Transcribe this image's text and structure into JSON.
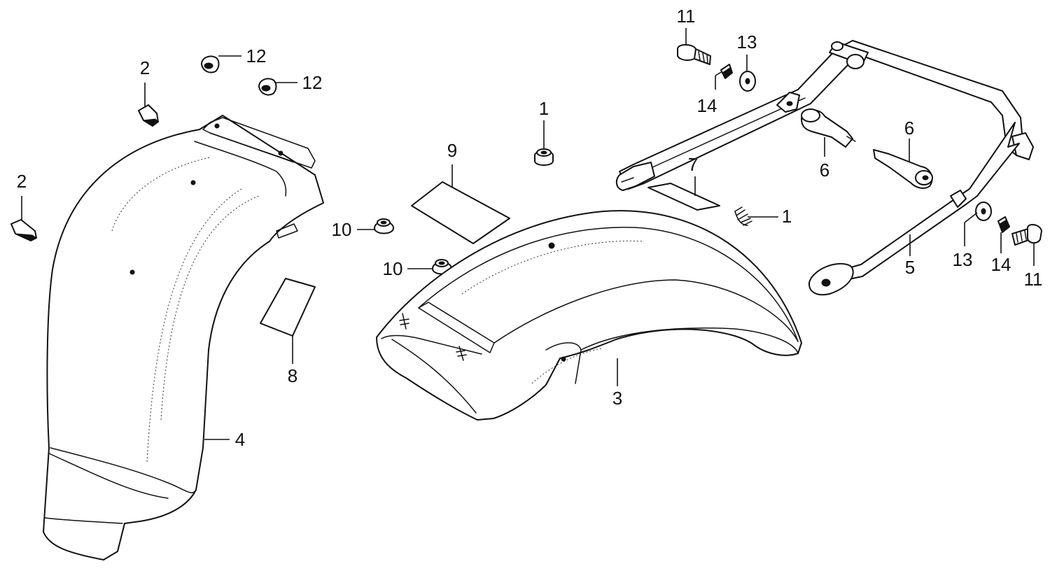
{
  "diagram": {
    "callouts": [
      {
        "id": "c2a",
        "text": "2"
      },
      {
        "id": "c2b",
        "text": "2"
      },
      {
        "id": "c12a",
        "text": "12"
      },
      {
        "id": "c12b",
        "text": "12"
      },
      {
        "id": "c4",
        "text": "4"
      },
      {
        "id": "c8",
        "text": "8"
      },
      {
        "id": "c9",
        "text": "9"
      },
      {
        "id": "c1a",
        "text": "1"
      },
      {
        "id": "c10a",
        "text": "10"
      },
      {
        "id": "c10b",
        "text": "10"
      },
      {
        "id": "c3",
        "text": "3"
      },
      {
        "id": "c7",
        "text": "7"
      },
      {
        "id": "c1b",
        "text": "1"
      },
      {
        "id": "c11a",
        "text": "11"
      },
      {
        "id": "c13a",
        "text": "13"
      },
      {
        "id": "c14a",
        "text": "14"
      },
      {
        "id": "c6a",
        "text": "6"
      },
      {
        "id": "c6b",
        "text": "6"
      },
      {
        "id": "c5",
        "text": "5"
      },
      {
        "id": "c13b",
        "text": "13"
      },
      {
        "id": "c14b",
        "text": "14"
      },
      {
        "id": "c11b",
        "text": "11"
      }
    ]
  }
}
